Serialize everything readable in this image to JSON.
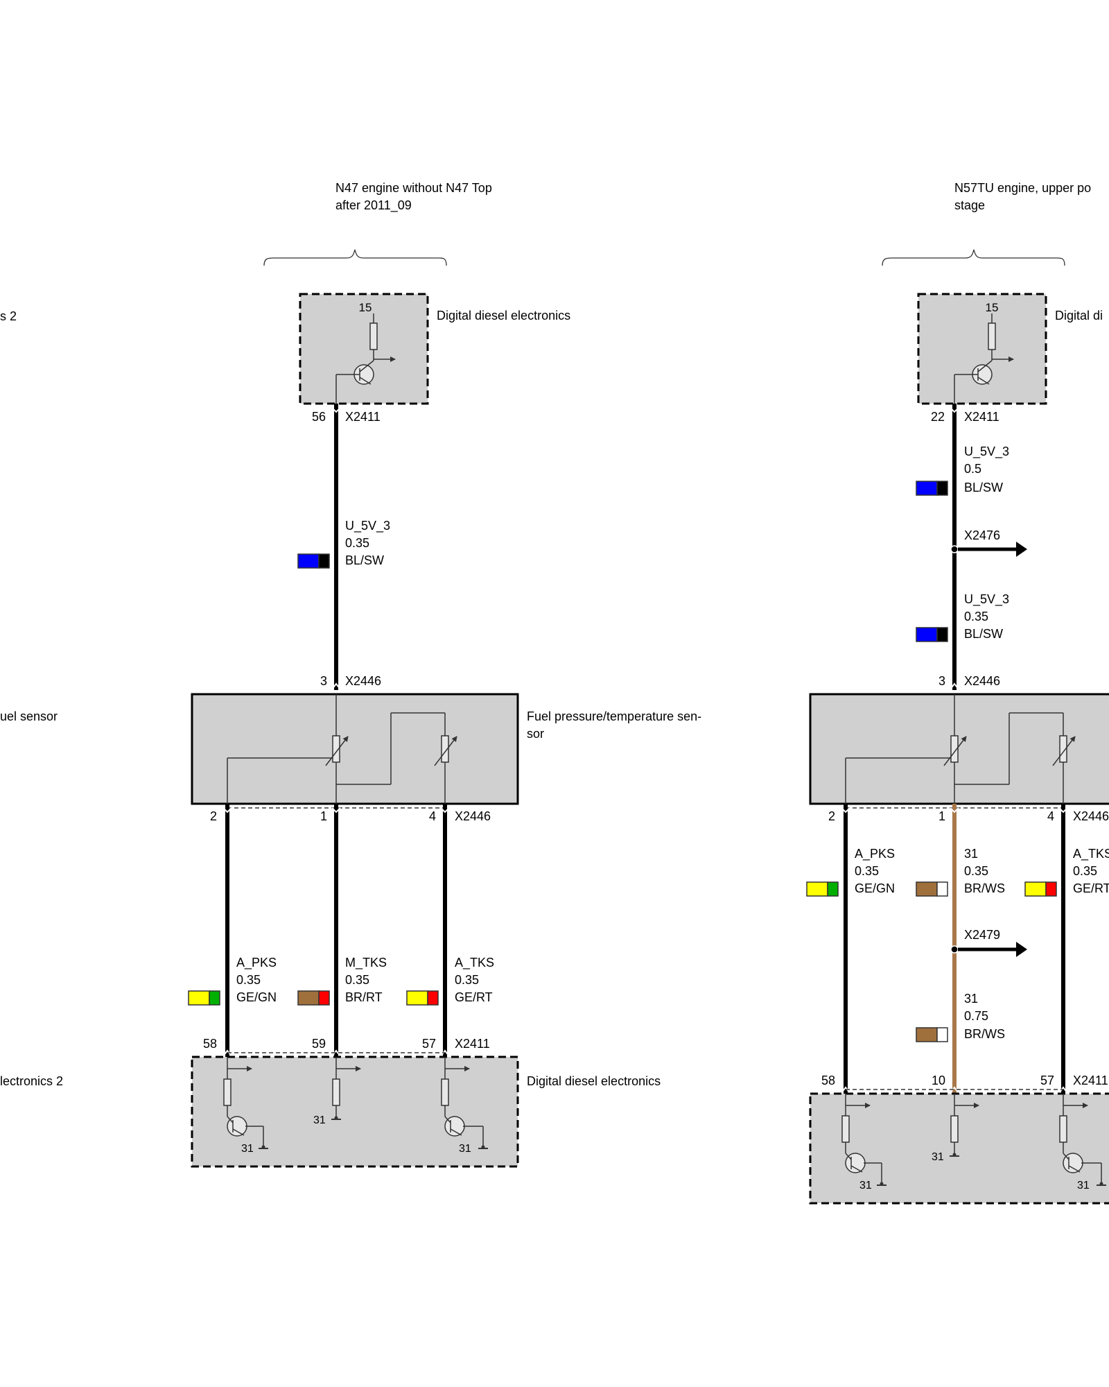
{
  "left_section": {
    "title_line1": "N47 engine without N47 Top",
    "title_line2": "after 2011_09",
    "dde_top_label": "Digital diesel electronics",
    "dde_top_terminal": "15",
    "dde_top_pin": "56",
    "dde_top_connector": "X2411",
    "wire_supply": {
      "signal": "U_5V_3",
      "size": "0.35",
      "color": "BL/SW"
    },
    "sensor_pin_top": "3",
    "sensor_connector_top": "X2446",
    "sensor_label_line1": "Fuel pressure/temperature sen-",
    "sensor_label_line2": "sor",
    "sensor_pins_bottom": [
      "2",
      "1",
      "4"
    ],
    "sensor_connector_bottom": "X2446",
    "wire_a_pks": {
      "signal": "A_PKS",
      "size": "0.35",
      "color": "GE/GN"
    },
    "wire_m_tks": {
      "signal": "M_TKS",
      "size": "0.35",
      "color": "BR/RT"
    },
    "wire_a_tks": {
      "signal": "A_TKS",
      "size": "0.35",
      "color": "GE/RT"
    },
    "dde_bottom_pins": [
      "58",
      "59",
      "57"
    ],
    "dde_bottom_connector": "X2411",
    "dde_bottom_label": "Digital diesel electronics",
    "ground_terminal": "31"
  },
  "right_section": {
    "title_line1": "N57TU engine, upper po",
    "title_line2": "stage",
    "dde_top_label": "Digital di",
    "dde_top_terminal": "15",
    "dde_top_pin": "22",
    "dde_top_connector": "X2411",
    "wire_supply_1": {
      "signal": "U_5V_3",
      "size": "0.5",
      "color": "BL/SW"
    },
    "splice_1": "X2476",
    "wire_supply_2": {
      "signal": "U_5V_3",
      "size": "0.35",
      "color": "BL/SW"
    },
    "sensor_pin_top": "3",
    "sensor_connector_top": "X2446",
    "sensor_pins_bottom": [
      "2",
      "1",
      "4"
    ],
    "sensor_connector_bottom": "X2446",
    "wire_a_pks": {
      "signal": "A_PKS",
      "size": "0.35",
      "color": "GE/GN"
    },
    "wire_ground_1": {
      "signal": "31",
      "size": "0.35",
      "color": "BR/WS"
    },
    "wire_a_tks": {
      "signal": "A_TKS",
      "size": "0.35",
      "color": "GE/RT"
    },
    "splice_2": "X2479",
    "wire_ground_2": {
      "signal": "31",
      "size": "0.75",
      "color": "BR/WS"
    },
    "dde_bottom_pins": [
      "58",
      "10",
      "57"
    ],
    "dde_bottom_connector": "X2411",
    "ground_terminal": "31"
  },
  "left_edge": {
    "label_top": "s 2",
    "label_mid": "uel sensor",
    "label_bottom": "lectronics 2"
  },
  "wire_colors": {
    "blue": "#0000ff",
    "black": "#000000",
    "yellow": "#ffff00",
    "green": "#00b000",
    "brown": "#a0703c",
    "red": "#ff0000",
    "white": "#ffffff",
    "brown_wire": "#a8784a"
  },
  "colors": {
    "component_fill": "#d0d0d0"
  }
}
